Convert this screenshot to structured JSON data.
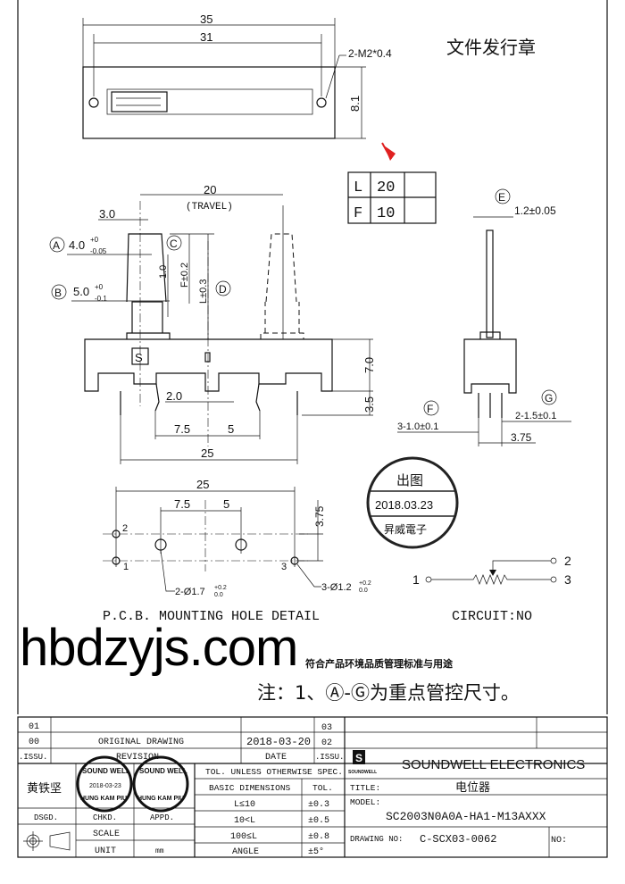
{
  "header": {
    "stamp_title": "文件发行章"
  },
  "top_view": {
    "dim_overall": "35",
    "dim_holes": "31",
    "dim_height": "8.1",
    "hole_note": "2-M2*0.4"
  },
  "lf_table": {
    "rows": [
      {
        "label": "L",
        "value": "20"
      },
      {
        "label": "F",
        "value": "10"
      }
    ],
    "marker_color": "#e02020"
  },
  "front_view": {
    "travel": "20",
    "travel_label": "(TRAVEL)",
    "lever_width": "3.0",
    "A_label": "A",
    "A_dim": "4.0",
    "A_tol_upper": "+0",
    "A_tol_lower": "-0.05",
    "B_label": "B",
    "B_dim": "5.0",
    "B_tol_upper": "+0",
    "B_tol_lower": "-0.1",
    "C_label": "C",
    "D_label": "D",
    "dim_1_0": "1.0",
    "dim_F": "F±0.2",
    "dim_L": "L±0.3",
    "body_height": "7.0",
    "pin_length": "3.5",
    "pin_offset": "2.0",
    "pitch_left": "7.5",
    "pitch_right": "5",
    "pin_span": "25"
  },
  "side_view": {
    "E_label": "E",
    "E_dim": "1.2±0.05",
    "F_label": "F",
    "F_dim": "3-1.0±0.1",
    "G_label": "G",
    "G_dim": "2-1.5±0.1",
    "dim_width": "3.75"
  },
  "release_stamp": {
    "top": "出图",
    "date": "2018.03.23",
    "bottom": "昇威電子"
  },
  "pcb": {
    "span": "25",
    "pitch_left": "7.5",
    "pitch_right": "5",
    "row_spacing": "3.75",
    "pin2": "2",
    "pin1": "1",
    "pin3": "3",
    "hole_large": "2-Ø1.7",
    "hole_large_tol_upper": "+0.2",
    "hole_large_tol_lower": "0.0",
    "hole_small": "3-Ø1.2",
    "hole_small_tol_upper": "+0.2",
    "hole_small_tol_lower": "0.0",
    "caption": "P.C.B.  MOUNTING HOLE DETAIL"
  },
  "circuit": {
    "pin1": "1",
    "pin2": "2",
    "pin3": "3",
    "caption": "CIRCUIT:NO"
  },
  "notes": {
    "compliance": "符合产品环境品质管理标准与用途",
    "note1": "注：1、Ⓐ-Ⓖ为重点管控尺寸。"
  },
  "title_block": {
    "rev_rows": [
      {
        "issue": "01",
        "revision": "",
        "date": "",
        "issue2": "03"
      },
      {
        "issue": "00",
        "revision": "ORIGINAL  DRAWING",
        "date": "2018-03-20",
        "issue2": "02"
      }
    ],
    "hdr_issue": ".ISSU.",
    "hdr_revision": "REVISION",
    "hdr_date": "DATE",
    "hdr_issue2": ".ISSU.",
    "designer": "黄铁坚",
    "approval_stamp": {
      "top": "SOUND WELL",
      "date": "2018-03-23",
      "bottom": "HUNG KAM PIU"
    },
    "dsgd": "DSGD.",
    "chkd": "CHKD.",
    "appd": "APPD.",
    "scale_label": "SCALE",
    "unit_label": "UNIT",
    "unit_value": "mm",
    "tol_header": "TOL. UNLESS OTHERWISE SPEC.",
    "basic_dim": "BASIC DIMENSIONS",
    "tol": "TOL.",
    "tol_rows": [
      {
        "range": "L≤10",
        "tol": "±0.3"
      },
      {
        "range": "10<L",
        "tol": "±0.5"
      },
      {
        "range": "100≤L",
        "tol": "±0.8"
      },
      {
        "range": "ANGLE",
        "tol": "±5°"
      }
    ],
    "company": "SOUNDWELL ELECTRONICS",
    "logo_text": "SOUNDWELL",
    "title_label": "TITLE:",
    "title_value": "电位器",
    "model_label": "MODEL:",
    "model_value": "SC2003N0A0A-HA1-M13AXXX",
    "drawing_no_label": "DRAWING NO:",
    "drawing_no_value": "C-SCX03-0062",
    "no_label": "NO:"
  },
  "watermark": "hbdzyjs.com"
}
